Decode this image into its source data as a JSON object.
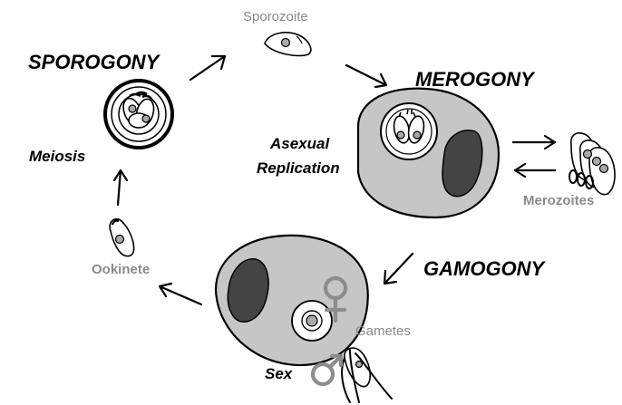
{
  "stages": {
    "sporogony": "SPOROGONY",
    "merogony": "MEROGONY",
    "gamogony": "GAMOGONY"
  },
  "processes": {
    "meiosis": "Meiosis",
    "asexual_line1": "Asexual",
    "asexual_line2": "Replication",
    "sex": "Sex"
  },
  "forms": {
    "sporozoite": "Sporozoite",
    "merozoites": "Merozoites",
    "ookinete": "Ookinete",
    "gametes": "Gametes"
  },
  "colors": {
    "host_cell": "#c6c6c6",
    "host_nucleus": "#444444",
    "parasite_nucleus": "#a9a9a9",
    "label_grey": "#8a8a8a",
    "sex_symbols": "#8c8c8c"
  },
  "icons": {
    "female": "female-symbol-icon",
    "male": "male-symbol-icon"
  }
}
